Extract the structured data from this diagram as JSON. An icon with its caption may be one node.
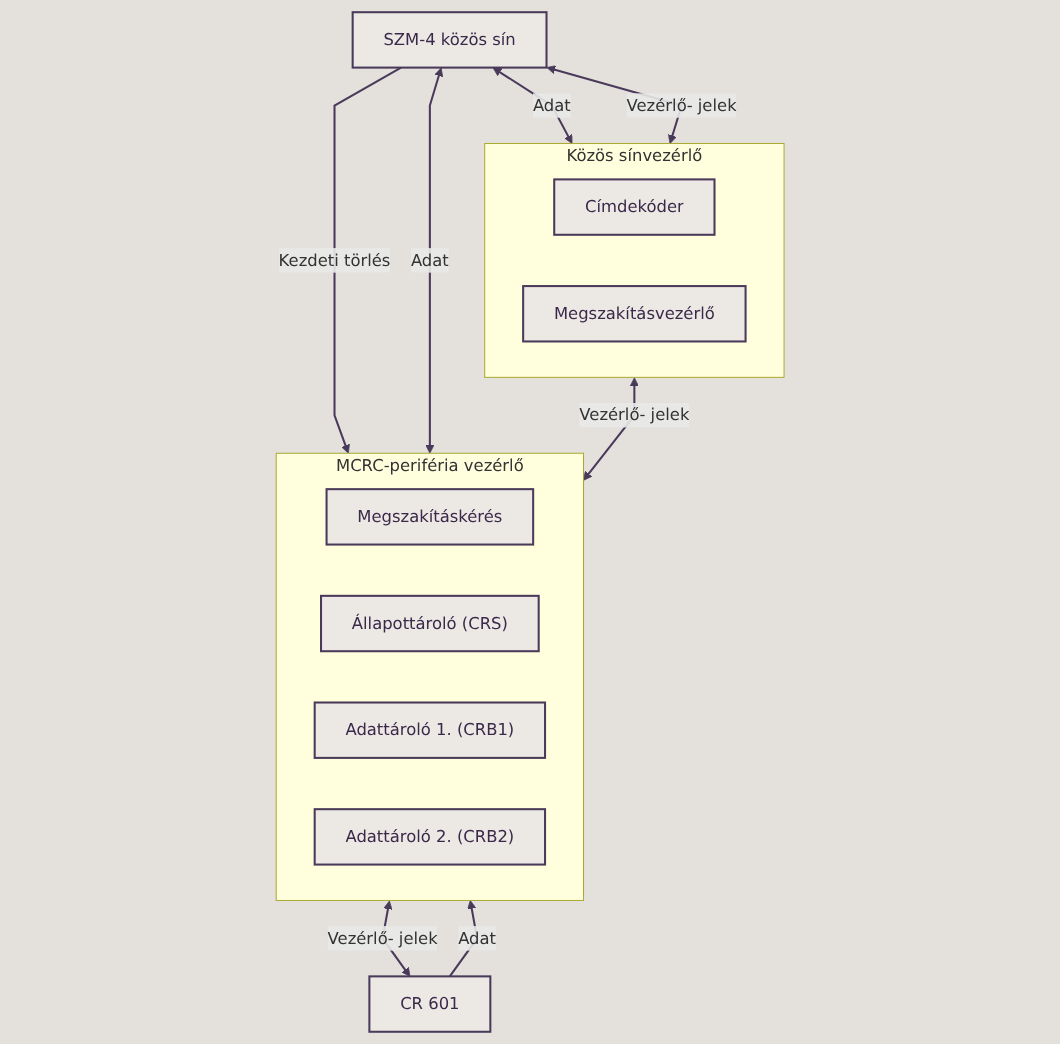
{
  "diagram": {
    "nodes": [
      {
        "text": [
          "SZM-4 közös sín"
        ]
      },
      {
        "text": [
          "Közös sínvezérlő"
        ]
      },
      {
        "text": [
          "Címdekóder"
        ],
        "in": 1
      },
      {
        "text": [
          "Megszakításvezérlő"
        ],
        "in": 1
      },
      {
        "text": [
          "MCRC-periféria vezérlő"
        ]
      },
      {
        "text": [
          "Megszakításkérés"
        ],
        "in": 4
      },
      {
        "text": [
          "Állapottároló (CRS)"
        ],
        "in": 4
      },
      {
        "text": [
          "Adattároló 1. (CRB1)"
        ],
        "in": 4
      },
      {
        "text": [
          "Adattároló 2. (CRB2)"
        ],
        "in": 4
      },
      {
        "text": [
          "CR 601"
        ]
      }
    ],
    "edges": [
      {
        "from": 0,
        "to": 1,
        "arrow": "both",
        "label": "Adat"
      },
      {
        "from": 0,
        "to": 1,
        "arrow": "both",
        "label": "Vezérlő- jelek"
      },
      {
        "from": 0,
        "to": 4,
        "arrow": "to",
        "label": "Kezdeti törlés"
      },
      {
        "from": 0,
        "to": 4,
        "arrow": "both",
        "label": "Adat"
      },
      {
        "from": 1,
        "to": 4,
        "arrow": "both",
        "label": "Vezérlő- jelek"
      },
      {
        "from": 4,
        "to": 9,
        "arrow": "both",
        "label": "Vezérlő- jelek"
      },
      {
        "from": 9,
        "to": 4,
        "arrow": "to",
        "label": "Adat"
      }
    ]
  }
}
